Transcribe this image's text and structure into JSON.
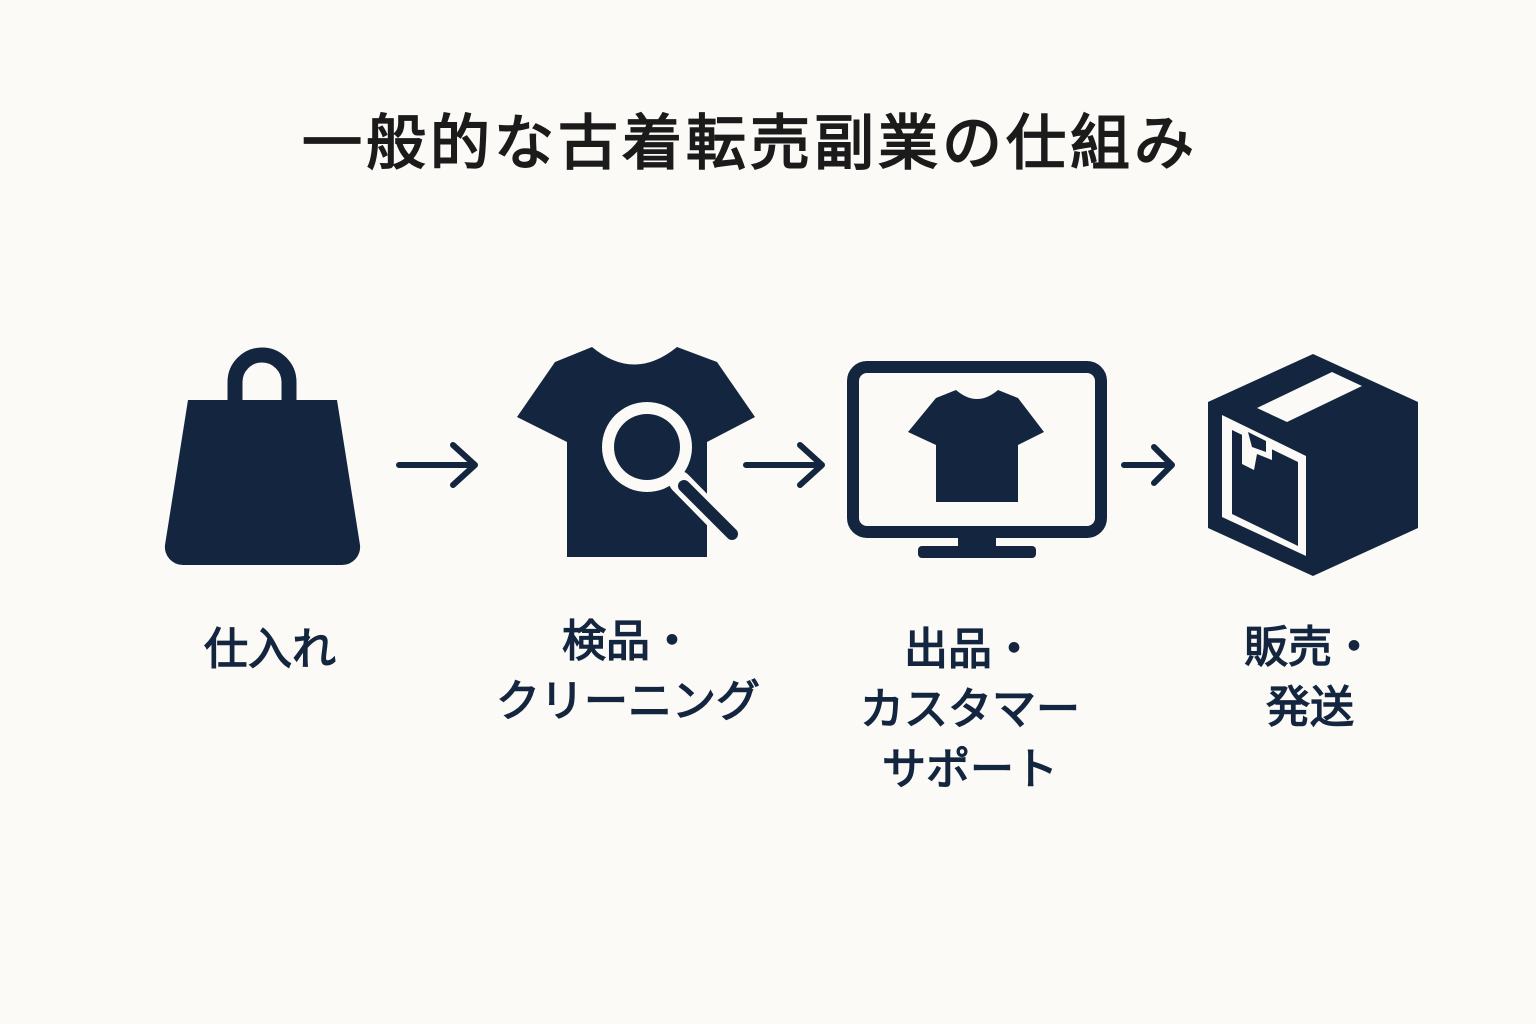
{
  "title": "一般的な古着転売副業の仕組み",
  "colors": {
    "icon": "#14263f",
    "background": "#fbfaf6",
    "title": "#1b1b1b"
  },
  "steps": [
    {
      "icon": "shopping-bag-icon",
      "lines": [
        "仕入れ"
      ]
    },
    {
      "icon": "tshirt-magnifier-icon",
      "lines": [
        "検品・",
        "クリーニング"
      ]
    },
    {
      "icon": "monitor-tshirt-icon",
      "lines": [
        "出品・",
        "カスタマー",
        "サポート"
      ]
    },
    {
      "icon": "package-box-icon",
      "lines": [
        "販売・",
        "発送"
      ]
    }
  ]
}
